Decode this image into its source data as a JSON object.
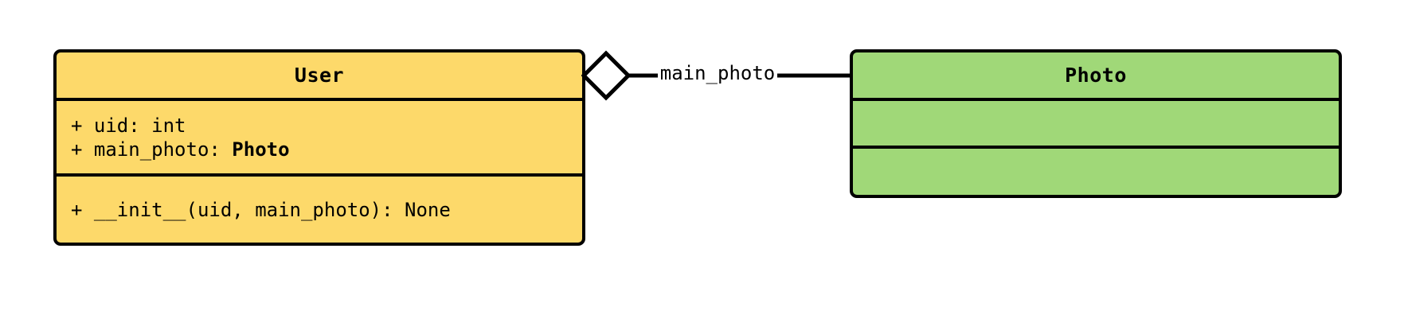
{
  "diagram": {
    "type": "uml-class-diagram",
    "title": "",
    "classes": [
      {
        "id": "user",
        "name": "User",
        "color": "#fdd96a",
        "attributes": [
          {
            "visibility": "+",
            "text": "+ uid: int",
            "name": "uid",
            "type": "int",
            "type_is_class": false
          },
          {
            "visibility": "+",
            "text_prefix": "+ main_photo: ",
            "name": "main_photo",
            "type": "Photo",
            "type_is_class": true
          }
        ],
        "methods": [
          {
            "visibility": "+",
            "text": "+ __init__(uid, main_photo): None",
            "name": "__init__",
            "params": "uid, main_photo",
            "returns": "None"
          }
        ]
      },
      {
        "id": "photo",
        "name": "Photo",
        "color": "#a0d878",
        "attributes": [],
        "methods": []
      }
    ],
    "relationships": [
      {
        "id": "user-has-main-photo",
        "kind": "aggregation",
        "source": "User",
        "target": "Photo",
        "label": "main_photo",
        "source_decoration": "hollow-diamond",
        "target_decoration": "none"
      }
    ],
    "colors": {
      "user_fill": "#fdd96a",
      "photo_fill": "#a0d878",
      "stroke": "#000000",
      "text": "#000000",
      "background": "#ffffff"
    }
  }
}
